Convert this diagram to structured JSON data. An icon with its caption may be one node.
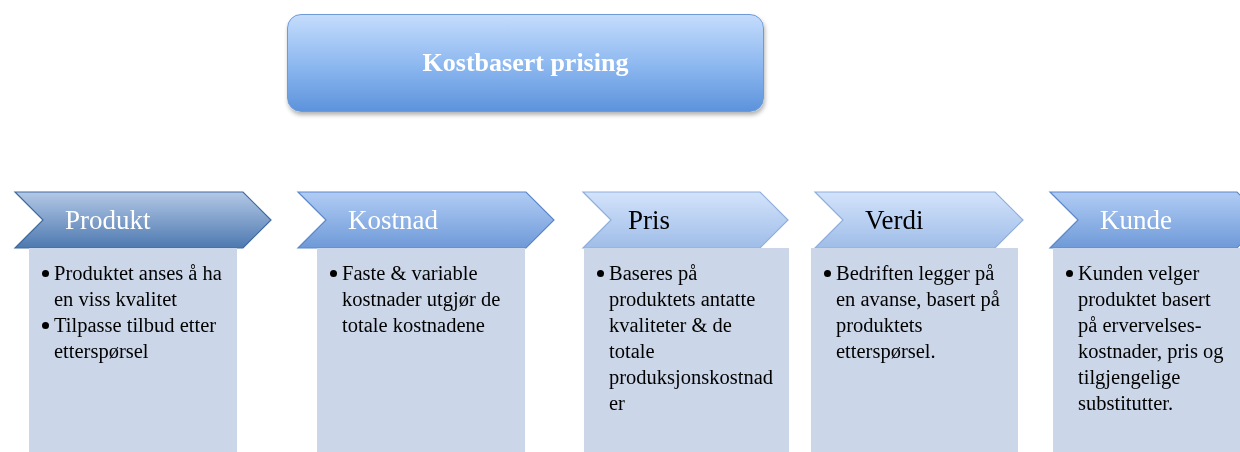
{
  "diagram": {
    "nodes": [
      {
        "text": [
          "Kostbasert prising"
        ]
      },
      {
        "text": [
          "Produkt"
        ]
      },
      {
        "text": [
          "Produktet anses å ha en viss kvalitet",
          "Tilpasse tilbud etter etterspørsel"
        ]
      },
      {
        "text": [
          "Kostnad"
        ]
      },
      {
        "text": [
          "Faste & variable kostnader utgjør de totale kostnadene"
        ]
      },
      {
        "text": [
          "Pris"
        ]
      },
      {
        "text": [
          "Baseres på produktets antatte kvaliteter & de totale produksjonskostnader"
        ]
      },
      {
        "text": [
          "Verdi"
        ]
      },
      {
        "text": [
          "Bedriften legger på en avanse, basert på produktets etterspørsel."
        ]
      },
      {
        "text": [
          "Kunde"
        ]
      },
      {
        "text": [
          "Kunden velger produktet basert på ervervelses-kostnader, pris og tilgjengelige substitutter."
        ]
      }
    ]
  }
}
